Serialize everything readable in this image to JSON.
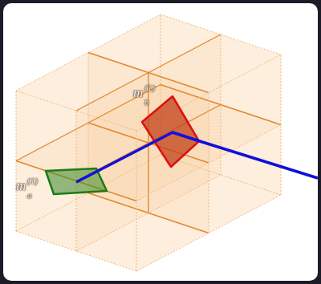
{
  "diagram": {
    "labels": [
      "m",
      "a",
      "(1)",
      "m",
      "b",
      "(1)"
    ]
  }
}
